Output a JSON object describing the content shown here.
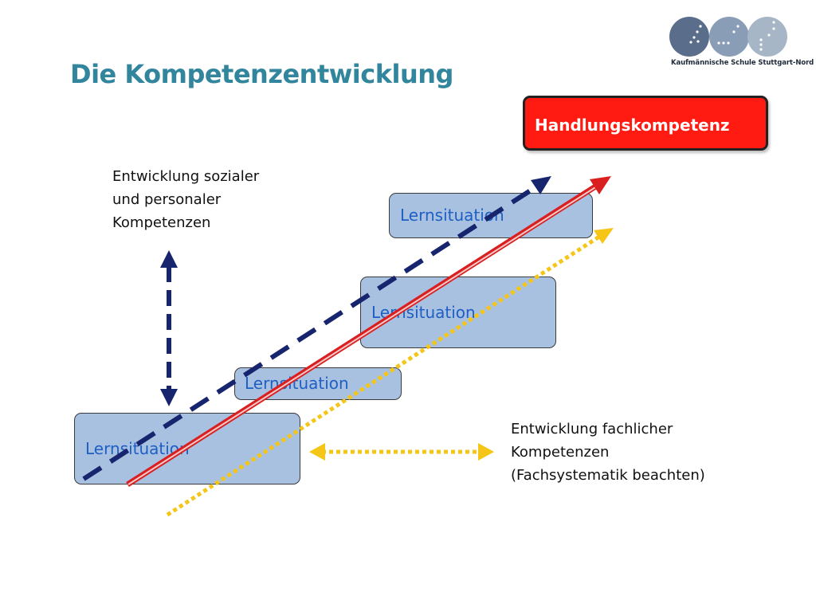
{
  "slide": {
    "title": "Die Kompetenzentwicklung",
    "logo_caption": "Kaufmännische Schule Stuttgart-Nord",
    "goal_box": {
      "label": "Handlungskompetenz"
    },
    "steps": [
      {
        "label": "Lernsituation"
      },
      {
        "label": "Lernsituation"
      },
      {
        "label": "Lernsituation"
      },
      {
        "label": "Lernsituation"
      }
    ],
    "social_note": {
      "lines": [
        "Entwicklung sozialer",
        "und personaler",
        "Kompetenzen"
      ]
    },
    "technical_note": {
      "lines": [
        "Entwicklung fachlicher",
        "Kompetenzen",
        "(Fachsystematik beachten)"
      ]
    }
  },
  "colors": {
    "title": "#31859c",
    "box_fill": "#a9c1e1",
    "box_text": "#1f5fc4",
    "goal_fill": "#ff1a12",
    "social_arrow": "#17246e",
    "main_arrow": "#d91f1f",
    "technical_arrow": "#f5c518"
  }
}
